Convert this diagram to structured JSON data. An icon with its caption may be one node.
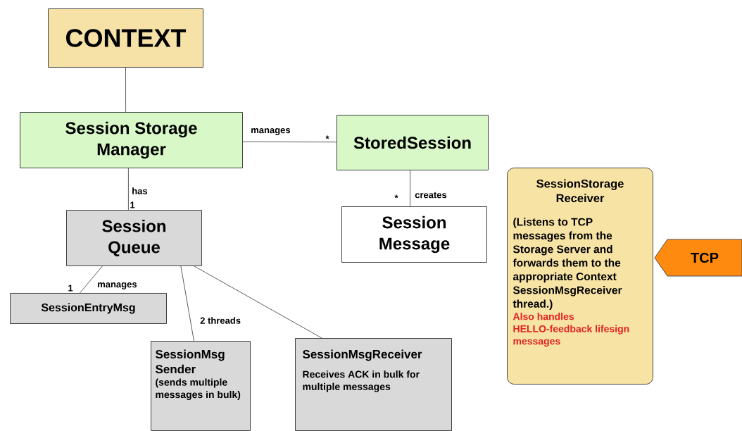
{
  "diagram": {
    "nodes": [
      {
        "text": [
          "CONTEXT"
        ]
      },
      {
        "text": [
          "Session Storage Manager"
        ]
      },
      {
        "text": [
          "StoredSession"
        ]
      },
      {
        "text": [
          "Session Message"
        ]
      },
      {
        "text": [
          "Session Queue"
        ]
      },
      {
        "text": [
          "SessionEntryMsg"
        ]
      },
      {
        "text": [
          "SessionMsg Sender",
          "(sends multiple messages in bulk)"
        ]
      },
      {
        "text": [
          "SessionMsgReceiver",
          "Receives ACK in bulk for multiple messages"
        ]
      },
      {
        "text": [
          "SessionStorage Receiver",
          "(Listens to TCP messages from the Storage Server and forwards them to the appropriate Context SessionMsgReceiver thread.)",
          "Also handles HELLO-feedback lifesign messages"
        ]
      },
      {
        "text": [
          "TCP"
        ]
      }
    ],
    "edges": [
      {
        "from": 0,
        "to": 1,
        "arrow": "none"
      },
      {
        "from": 1,
        "to": 2,
        "arrow": "none",
        "label": "manages"
      },
      {
        "from": 2,
        "to": 3,
        "arrow": "none",
        "label": "creates"
      },
      {
        "from": 1,
        "to": 4,
        "arrow": "none",
        "label": "has"
      },
      {
        "from": 4,
        "to": 5,
        "arrow": "none",
        "label": "manages"
      },
      {
        "from": 4,
        "to": 6,
        "arrow": "none",
        "label": "2 threads"
      },
      {
        "from": 4,
        "to": 7,
        "arrow": "none"
      }
    ],
    "labels": [
      "*",
      "*",
      "1",
      "1"
    ]
  }
}
